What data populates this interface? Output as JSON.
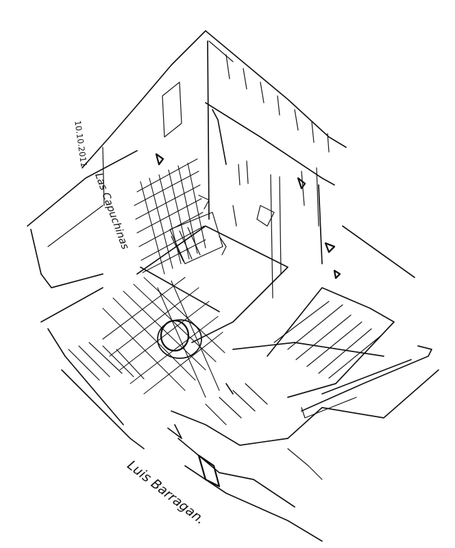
{
  "sketch": {
    "signature": "Luis Barragan.",
    "place": "Las Capuchinas",
    "date": "10.10.2011"
  }
}
